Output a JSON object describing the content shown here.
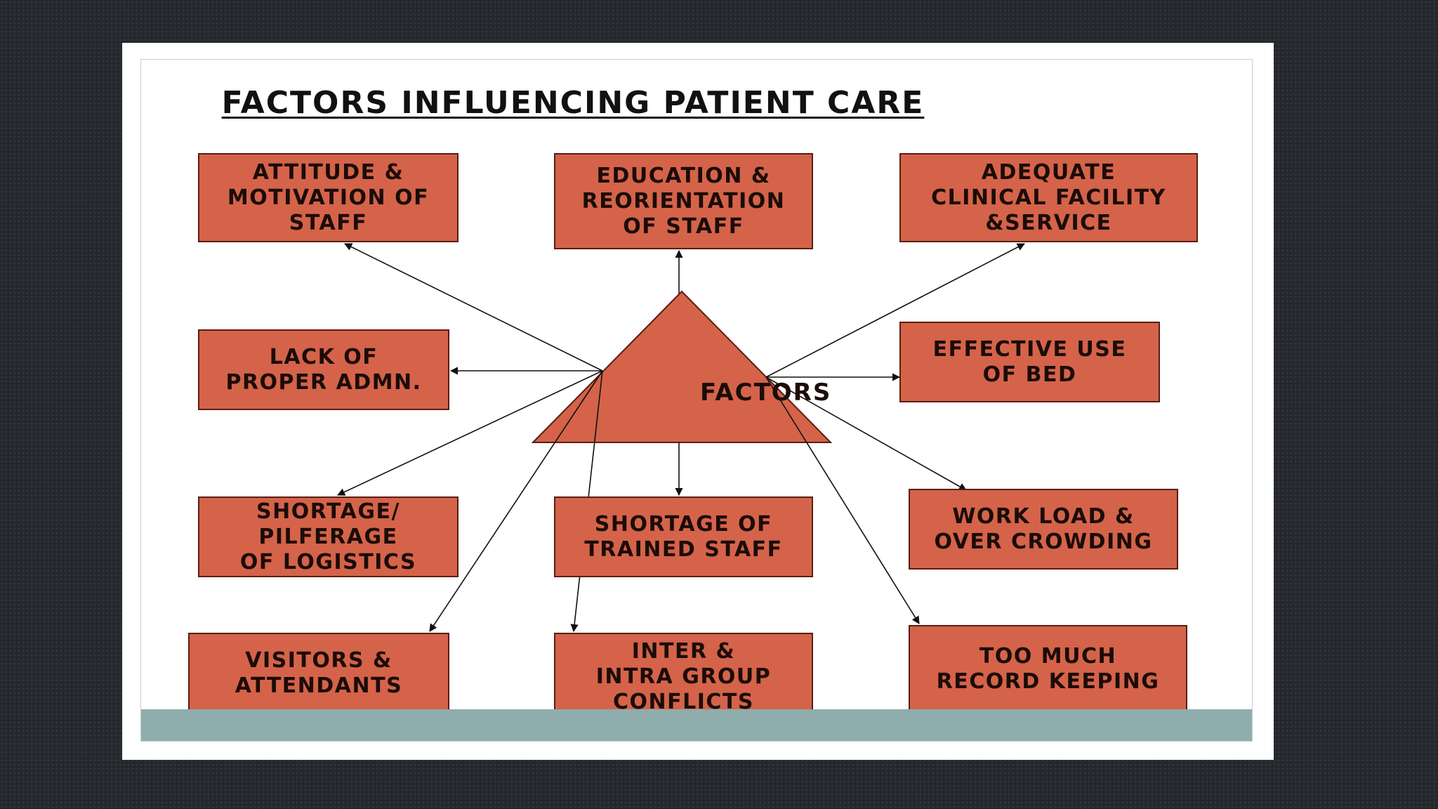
{
  "title": "FACTORS INFLUENCING PATIENT CARE",
  "center": {
    "label": "FACTORS"
  },
  "factors": [
    {
      "id": "attitude",
      "label": "ATTITUDE &\nMOTIVATION OF\nSTAFF"
    },
    {
      "id": "education",
      "label": "EDUCATION &\nREORIENTATION\nOF STAFF"
    },
    {
      "id": "adequate",
      "label": "ADEQUATE\nCLINICAL FACILITY\n&SERVICE"
    },
    {
      "id": "lack",
      "label": "LACK OF\nPROPER ADMN."
    },
    {
      "id": "effective",
      "label": "EFFECTIVE USE\nOF BED"
    },
    {
      "id": "shortage-logistics",
      "label": "SHORTAGE/\nPILFERAGE\nOF LOGISTICS"
    },
    {
      "id": "shortage-staff",
      "label": "SHORTAGE OF\nTRAINED STAFF"
    },
    {
      "id": "workload",
      "label": "WORK LOAD &\nOVER CROWDING"
    },
    {
      "id": "visitors",
      "label": "VISITORS &\nATTENDANTS"
    },
    {
      "id": "inter",
      "label": "INTER &\nINTRA GROUP\nCONFLICTS"
    },
    {
      "id": "record",
      "label": "TOO MUCH\nRECORD KEEPING"
    }
  ],
  "colors": {
    "box_fill": "#d4634a",
    "box_border": "#5a1d12",
    "ground_bar": "#8fadac",
    "page_background": "#24272c"
  }
}
